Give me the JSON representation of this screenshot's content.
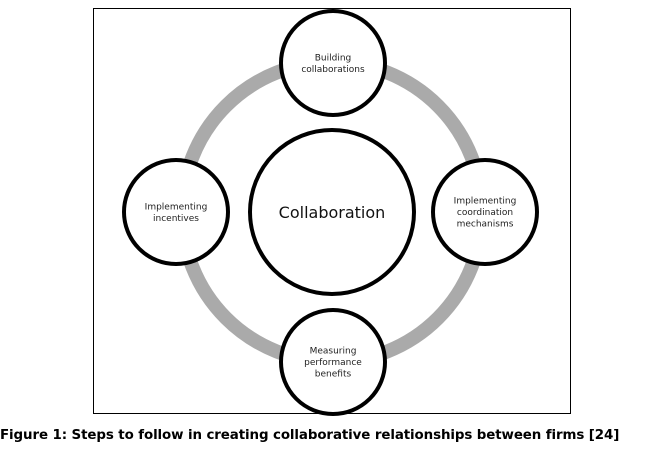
{
  "diagram": {
    "center": {
      "label": "Collaboration"
    },
    "nodes": [
      {
        "id": "top",
        "lines": [
          "Building",
          "collaborations"
        ]
      },
      {
        "id": "right",
        "lines": [
          "Implementing",
          "coordination",
          "mechanisms"
        ]
      },
      {
        "id": "bottom",
        "lines": [
          "Measuring",
          "performance",
          "benefits"
        ]
      },
      {
        "id": "left",
        "lines": [
          "Implementing",
          "incentives"
        ]
      }
    ],
    "colors": {
      "ring": "#aaaaaa",
      "stroke": "#000000",
      "fill": "#ffffff"
    }
  },
  "caption": "Figure 1: Steps to follow in creating collaborative relationships between firms [24]"
}
